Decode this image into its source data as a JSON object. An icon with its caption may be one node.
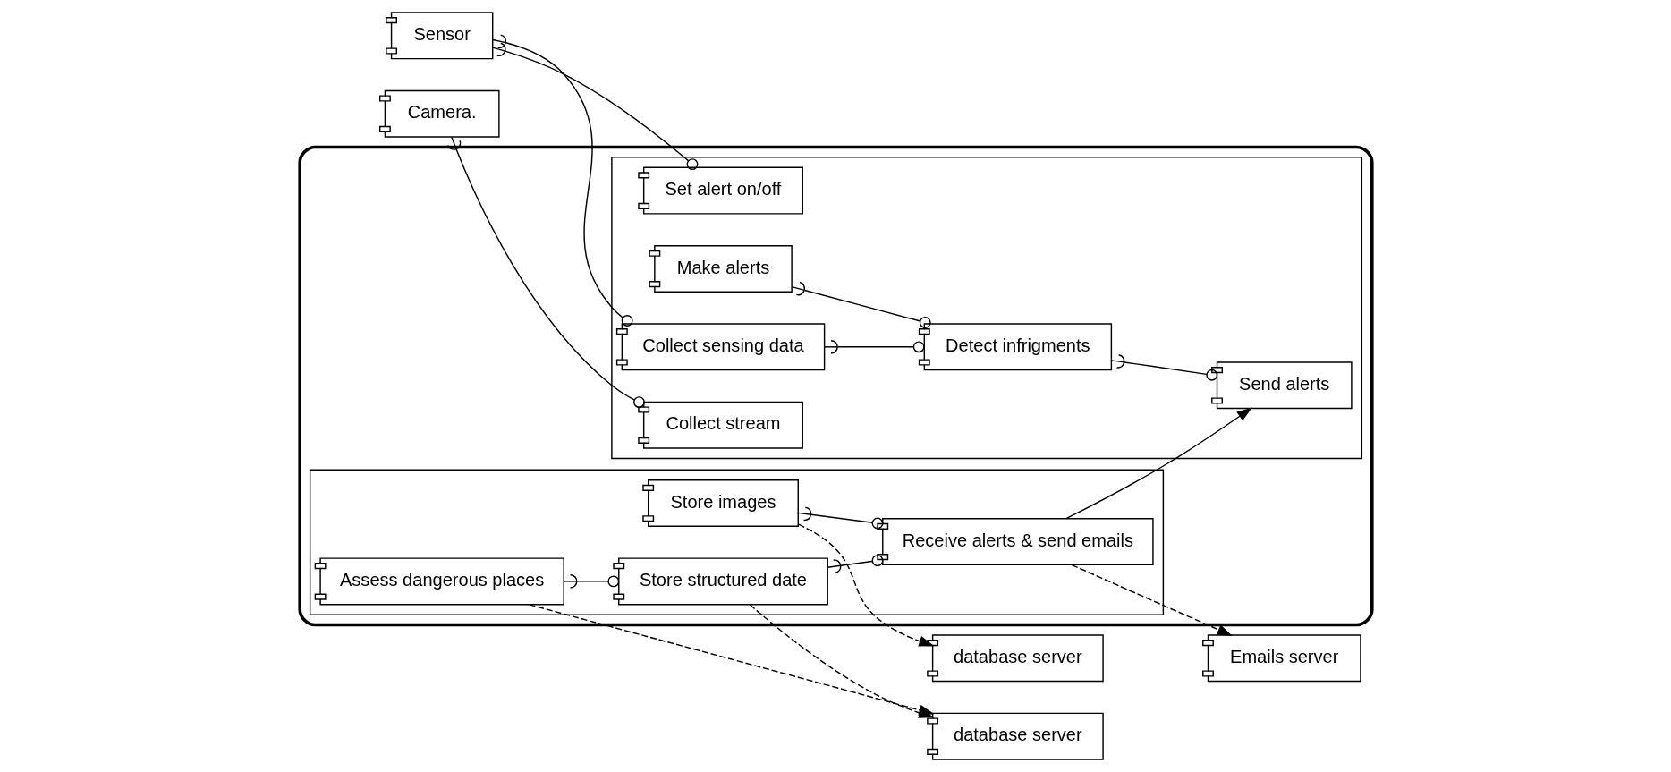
{
  "diagram": {
    "nodes": [
      {
        "text": [],
        "shape": "box"
      },
      {
        "text": [],
        "shape": "box",
        "in": 0
      },
      {
        "text": [
          "Set alert on/off"
        ],
        "in": 1
      },
      {
        "text": [
          "Make alerts"
        ],
        "in": 1
      },
      {
        "text": [
          "Collect sensing data"
        ],
        "in": 1
      },
      {
        "text": [
          "Detect infrigments"
        ],
        "in": 1
      },
      {
        "text": [
          "Collect stream"
        ],
        "in": 1
      },
      {
        "text": [
          "Send alerts"
        ],
        "in": 1
      },
      {
        "text": [],
        "shape": "box",
        "in": 0
      },
      {
        "text": [
          "Store images"
        ],
        "in": 8
      },
      {
        "text": [
          "Assess dangerous places"
        ],
        "in": 8
      },
      {
        "text": [
          "Store structured date"
        ],
        "in": 8
      },
      {
        "text": [
          "Receive alerts & send emails"
        ],
        "in": 8
      },
      {
        "text": [
          "Sensor"
        ]
      },
      {
        "text": [
          "Camera."
        ]
      },
      {
        "text": [
          "database server"
        ]
      },
      {
        "text": [
          "database server"
        ]
      },
      {
        "text": [
          "Emails server"
        ]
      }
    ],
    "edges": [
      {
        "from": 13,
        "to": 4,
        "arrow": "other"
      },
      {
        "from": 13,
        "to": 2,
        "arrow": "other"
      },
      {
        "from": 14,
        "to": 6,
        "arrow": "other"
      },
      {
        "from": 4,
        "to": 5,
        "arrow": "other"
      },
      {
        "from": 3,
        "to": 5,
        "arrow": "other"
      },
      {
        "from": 5,
        "to": 7,
        "arrow": "other"
      },
      {
        "from": 12,
        "to": 7,
        "arrow": "to"
      },
      {
        "from": 10,
        "to": 11,
        "arrow": "other"
      },
      {
        "from": 9,
        "to": 12,
        "arrow": "other"
      },
      {
        "from": 11,
        "to": 12,
        "arrow": "other"
      },
      {
        "from": 9,
        "to": 15,
        "arrow": "to",
        "style": "dashed"
      },
      {
        "from": 10,
        "to": 16,
        "arrow": "to",
        "style": "dashed"
      },
      {
        "from": 11,
        "to": 16,
        "arrow": "to",
        "style": "dashed"
      },
      {
        "from": 12,
        "to": 17,
        "arrow": "to",
        "style": "dashed"
      }
    ]
  }
}
